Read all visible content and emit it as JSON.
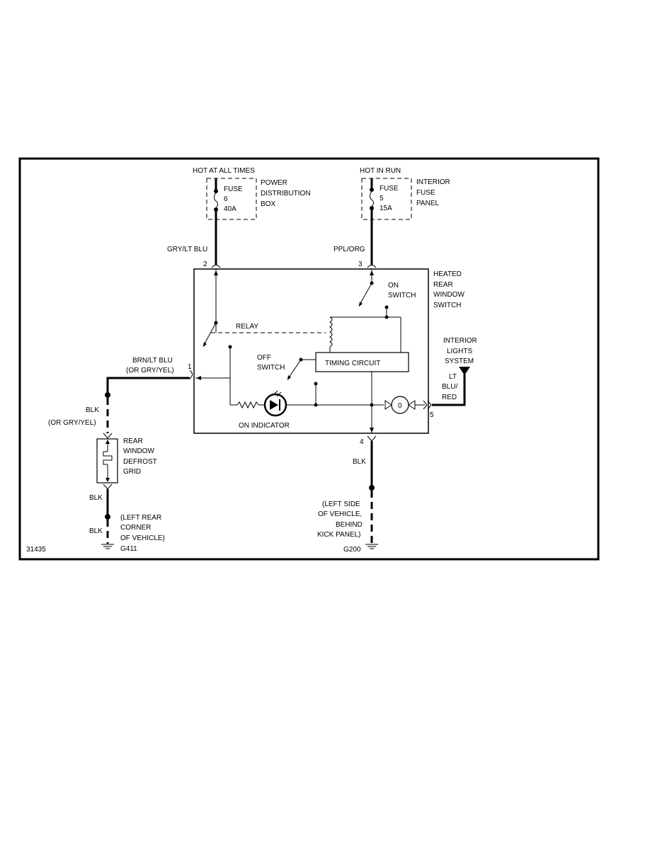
{
  "diagram_id": "31435",
  "labels": {
    "hot_at_all_times": "HOT AT ALL TIMES",
    "hot_in_run": "HOT IN RUN",
    "fuse6_word": "FUSE",
    "fuse6_num": "6",
    "fuse6_amp": "40A",
    "pdb_line1": "POWER",
    "pdb_line2": "DISTRIBUTION",
    "pdb_line3": "BOX",
    "fuse5_word": "FUSE",
    "fuse5_num": "5",
    "fuse5_amp": "15A",
    "ifp_line1": "INTERIOR",
    "ifp_line2": "FUSE",
    "ifp_line3": "PANEL",
    "wire_gry_lt_blu": "GRY/LT BLU",
    "wire_ppl_org": "PPL/ORG",
    "pin2": "2",
    "pin3": "3",
    "pin1": "1",
    "pin4": "4",
    "pin5": "5",
    "hrw_line1": "HEATED",
    "hrw_line2": "REAR",
    "hrw_line3": "WINDOW",
    "hrw_line4": "SWITCH",
    "on_switch_line1": "ON",
    "on_switch_line2": "SWITCH",
    "relay": "RELAY",
    "off_switch_line1": "OFF",
    "off_switch_line2": "SWITCH",
    "timing_circuit": "TIMING CIRCUIT",
    "on_indicator": "ON INDICATOR",
    "wire_brn_lt_blu": "BRN/LT BLU",
    "wire_or_gry_yel_1": "(OR GRY/YEL)",
    "wire_blk_1": "BLK",
    "wire_or_gry_yel_2": "(OR GRY/YEL)",
    "rwdg_line1": "REAR",
    "rwdg_line2": "WINDOW",
    "rwdg_line3": "DEFROST",
    "rwdg_line4": "GRID",
    "wire_blk_2": "BLK",
    "wire_blk_3": "BLK",
    "lrc_line1": "(LEFT REAR",
    "lrc_line2": "CORNER",
    "lrc_line3": "OF VEHICLE)",
    "g411": "G411",
    "ils_line1": "INTERIOR",
    "ils_line2": "LIGHTS",
    "ils_line3": "SYSTEM",
    "wire_lt": "LT",
    "wire_blu": "BLU/",
    "wire_red": "RED",
    "wire_blk_4": "BLK",
    "lsv_line1": "(LEFT SIDE",
    "lsv_line2": "OF VEHICLE,",
    "lsv_line3": "BEHIND",
    "lsv_line4": "KICK PANEL)",
    "g200": "G200",
    "lamp_symbol": "0"
  }
}
